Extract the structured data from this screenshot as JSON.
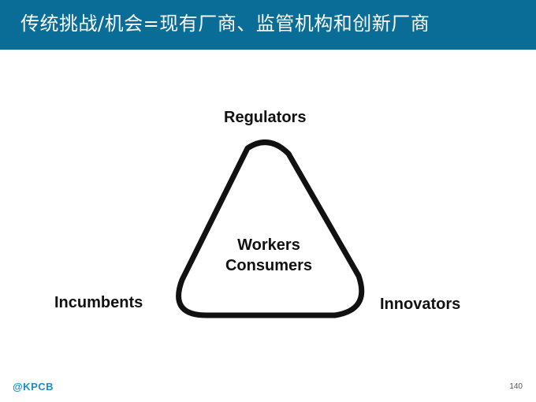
{
  "header": {
    "title": "传统挑战/机会=现有厂商、监管机构和创新厂商"
  },
  "diagram": {
    "top_label": "Regulators",
    "left_label": "Incumbents",
    "right_label": "Innovators",
    "center_lines": [
      "Workers",
      "Consumers"
    ]
  },
  "footer": {
    "logo": "@KPCB",
    "page_number": "140"
  },
  "colors": {
    "header_background": "#0a6d98",
    "logo": "#1e8cc4",
    "triangle_stroke": "#111111"
  }
}
